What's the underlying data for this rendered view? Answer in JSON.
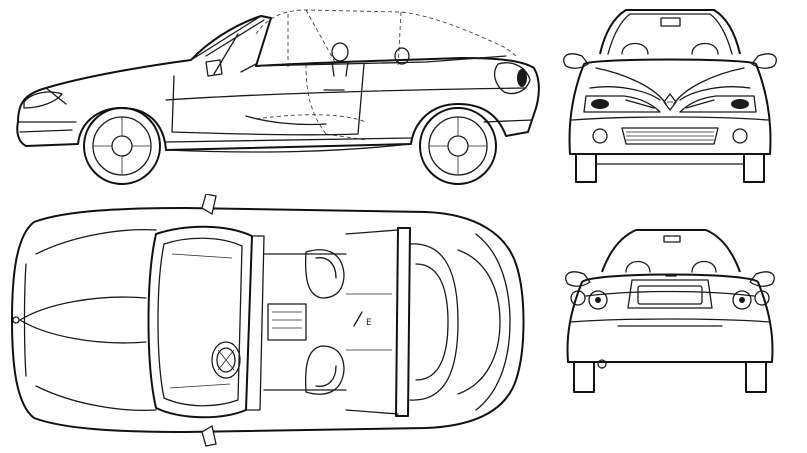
{
  "drawing": {
    "views": [
      {
        "id": "side",
        "name": "side-view"
      },
      {
        "id": "front",
        "name": "front-view"
      },
      {
        "id": "top",
        "name": "top-view"
      },
      {
        "id": "rear",
        "name": "rear-view"
      }
    ],
    "interior_marking": "E",
    "colors": {
      "line": "#1a1a1a",
      "background": "#ffffff"
    }
  }
}
